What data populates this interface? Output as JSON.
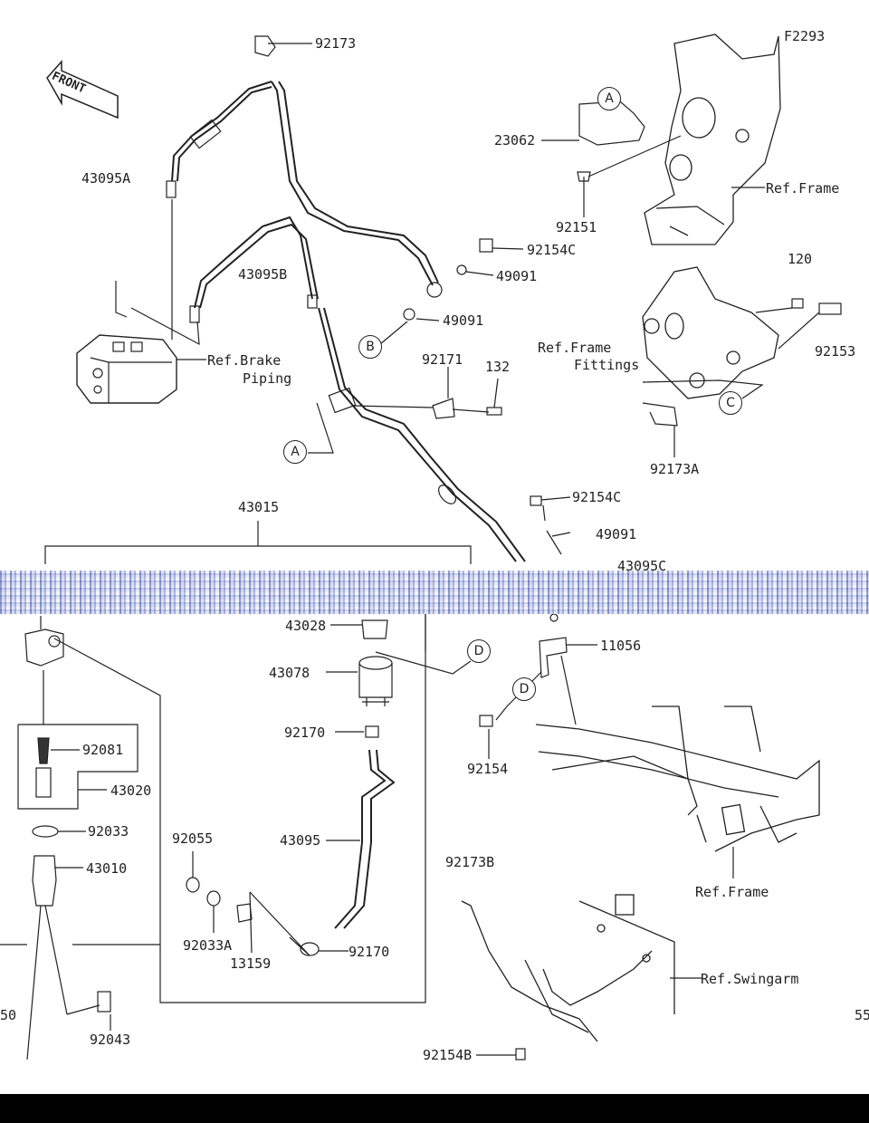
{
  "diagram_code": "F2293",
  "front_label": "FRONT",
  "parts": {
    "p92173": "92173",
    "p43095A": "43095A",
    "p43095B": "43095B",
    "p23062": "23062",
    "p92151": "92151",
    "refFrame1": "Ref.Frame",
    "p92154C_1": "92154C",
    "p49091_1": "49091",
    "p49091_2": "49091",
    "refBrake1": "Ref.Brake",
    "refBrake2": "Piping",
    "p92171": "92171",
    "p132": "132",
    "p120": "120",
    "p92153": "92153",
    "refFF1": "Ref.Frame",
    "refFF2": "Fittings",
    "p92173A": "92173A",
    "p43015": "43015",
    "p92154C_2": "92154C",
    "p49091_3": "49091",
    "p43095C": "43095C",
    "p43028": "43028",
    "p43078": "43078",
    "p11056": "11056",
    "p92170_1": "92170",
    "p92081": "92081",
    "p43020": "43020",
    "p92154": "92154",
    "p92033": "92033",
    "p92055": "92055",
    "p43095": "43095",
    "p43010": "43010",
    "refFrame2": "Ref.Frame",
    "p92173B": "92173B",
    "p92033A": "92033A",
    "p92170_2": "92170",
    "p13159": "13159",
    "refSwing": "Ref.Swingarm",
    "p92043": "92043",
    "p92154B": "92154B",
    "edgeLeft": "50",
    "edgeRight": "55"
  },
  "bubbles": {
    "A1": "A",
    "A2": "A",
    "B": "B",
    "C": "C",
    "D1": "D",
    "D2": "D"
  }
}
